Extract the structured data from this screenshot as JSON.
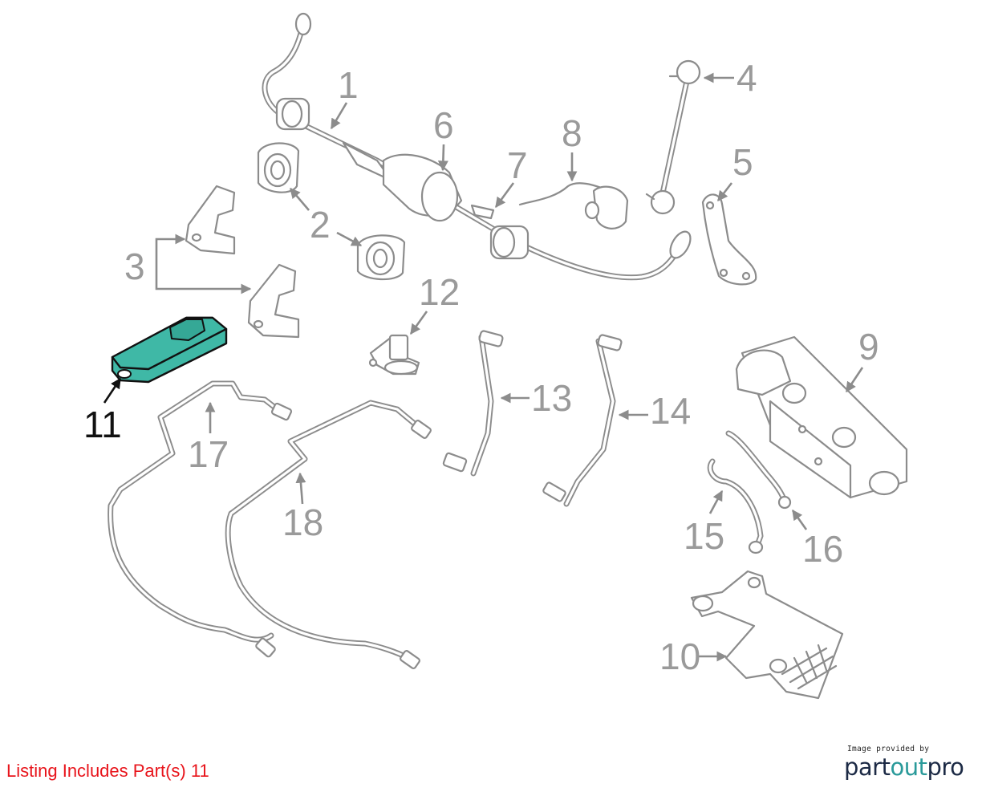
{
  "diagram": {
    "callouts": [
      "1",
      "2",
      "3",
      "4",
      "5",
      "6",
      "7",
      "8",
      "9",
      "10",
      "11",
      "12",
      "13",
      "14",
      "15",
      "16",
      "17",
      "18"
    ],
    "highlighted_part": "11",
    "highlight_color": "#3fb8a6"
  },
  "footer": {
    "listing_note": "Listing Includes Part(s) 11",
    "listing_note_color": "#e8141b"
  },
  "brand": {
    "caption": "Image provided by",
    "logo_part1": "part",
    "logo_part2": "out",
    "logo_part3": "pro"
  }
}
